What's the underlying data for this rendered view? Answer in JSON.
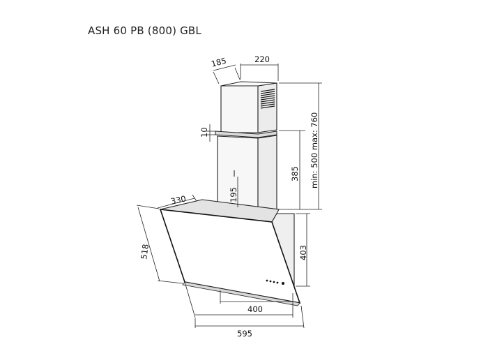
{
  "title": "ASH 60 PB (800) GBL",
  "dimensions": {
    "chimney_depth": "185",
    "chimney_width": "220",
    "gap": "10",
    "chimney_height": "min: 500  max: 760",
    "lower_chimney": "385",
    "mount_offset": "195",
    "top_depth": "330",
    "hood_height": "403",
    "hood_slant": "518",
    "inner_width": "400",
    "total_width": "595"
  }
}
